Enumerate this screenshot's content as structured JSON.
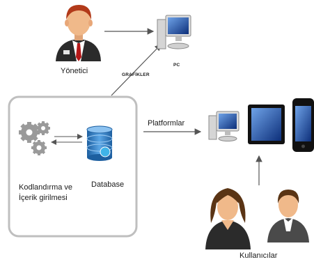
{
  "nodes": {
    "admin": {
      "label": "Yönetici"
    },
    "pc": {
      "label": "PC"
    },
    "graphics": {
      "label": "GRAFİKLER"
    },
    "coding": {
      "label": "Kodlandırma ve İçerik girilmesi"
    },
    "database": {
      "label": "Database"
    },
    "platforms": {
      "label": "Platformlar"
    },
    "users": {
      "label": "Kullanıcılar"
    }
  },
  "colors": {
    "arrow": "#555555",
    "system_box_border": "#bfbfbf",
    "suit": "#2b2b2b",
    "tie": "#b51818",
    "skin": "#f0b98a",
    "hair_red": "#b23a1a",
    "hair_brown": "#5a3414",
    "gear": "#9a9a9a",
    "db_cylinder": "#2b78c0",
    "monitor_screen": "#1a4ea8",
    "tablet_body": "#111111"
  },
  "icons": [
    "manager-icon",
    "pc-icon",
    "gears-icon",
    "database-icon",
    "monitor-icon",
    "tablet-icon",
    "phone-icon",
    "woman-user-icon",
    "man-user-icon"
  ]
}
